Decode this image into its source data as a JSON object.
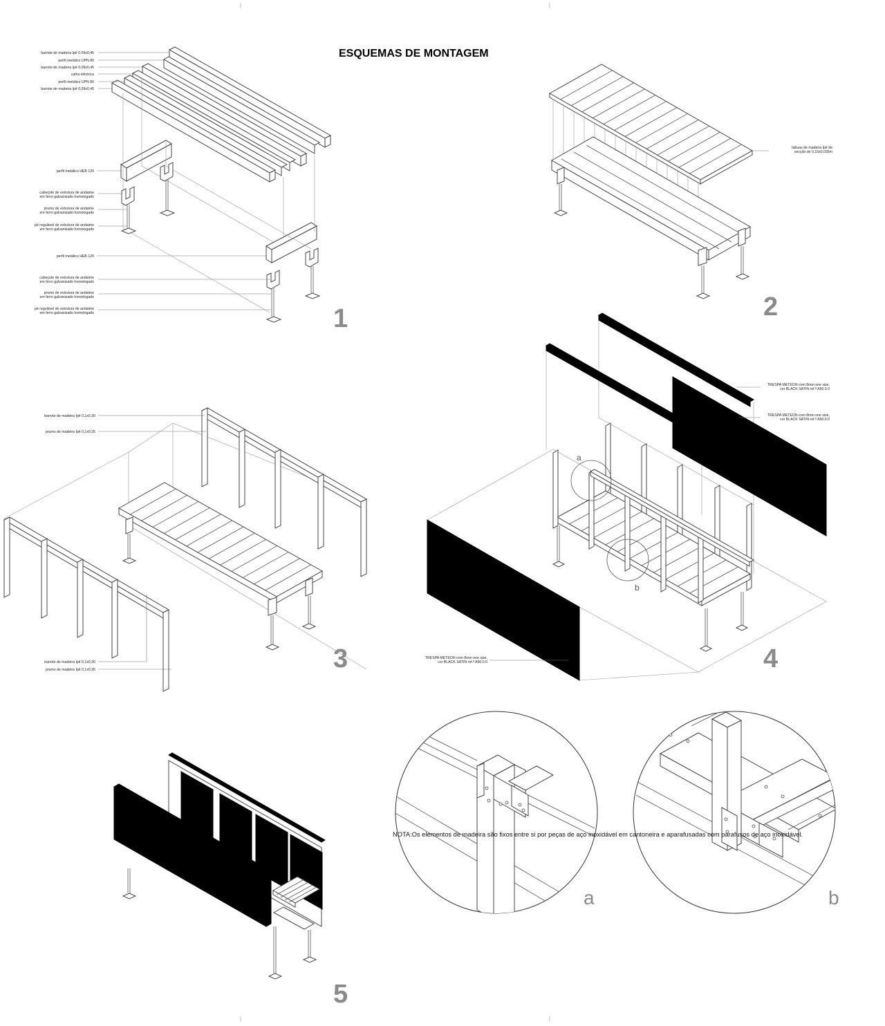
{
  "title": "ESQUEMAS DE MONTAGEM",
  "step_numbers": [
    "1",
    "2",
    "3",
    "4",
    "5"
  ],
  "detail_letters": [
    "a",
    "b"
  ],
  "callout_letters": [
    "a",
    "b"
  ],
  "scheme1_labels": [
    "barrote de madeira Ipê 0,09x0,45",
    "perfil metálico UPN 80",
    "barrote de madeira Ipê 0,09x0,45",
    "calha eléctrica",
    "perfil metálico UPN 80",
    "barrote de madeira Ipê 0,09x0,45",
    "perfil metálico HEB 120",
    "cabeçote de estrutura de andaime",
    "em ferro galvanizado homologado",
    "prumo de estrutura de andaime",
    "em ferro galvanizado homologado",
    "pé regulável de estrutura de andaime",
    "em ferro galvanizado homologado",
    "perfil metálico HEB 120",
    "cabeçote de estrutura de andaime",
    "em ferro galvanizado homologado",
    "prumo de estrutura de andaime",
    "em ferro galvanizado homologado",
    "pé regulável de estrutura de andaime",
    "em ferro galvanizado homologado"
  ],
  "scheme2_labels": [
    "tábuas de madeira Ipê de",
    "secção de 0,15x0,035m"
  ],
  "scheme3_labels": [
    "barrote de madeira Ipê 0,1x0,30",
    "prumo de madeira Ipê 0,1x0,35",
    "barrote de madeira Ipê 0,1x0,30",
    "prumo de madeira Ipê 0,1x0,35"
  ],
  "scheme4_labels": [
    "TRESPA METEON com 8mm one size,",
    "cor BLACK SATIN ref.ª A90.0.0",
    "TRESPA METEON com 8mm one size,",
    "cor BLACK SATIN ref.ª A90.0.0",
    "TRESPA METEON com 8mm one size,",
    "cor BLACK SATIN ref.ª A90.0.0"
  ],
  "note": "NOTA:Os elementos de madeira são fixos entre si por peças de aço inoxidável em cantoneira e aparafusadas com parafusos de aço inoxidável."
}
